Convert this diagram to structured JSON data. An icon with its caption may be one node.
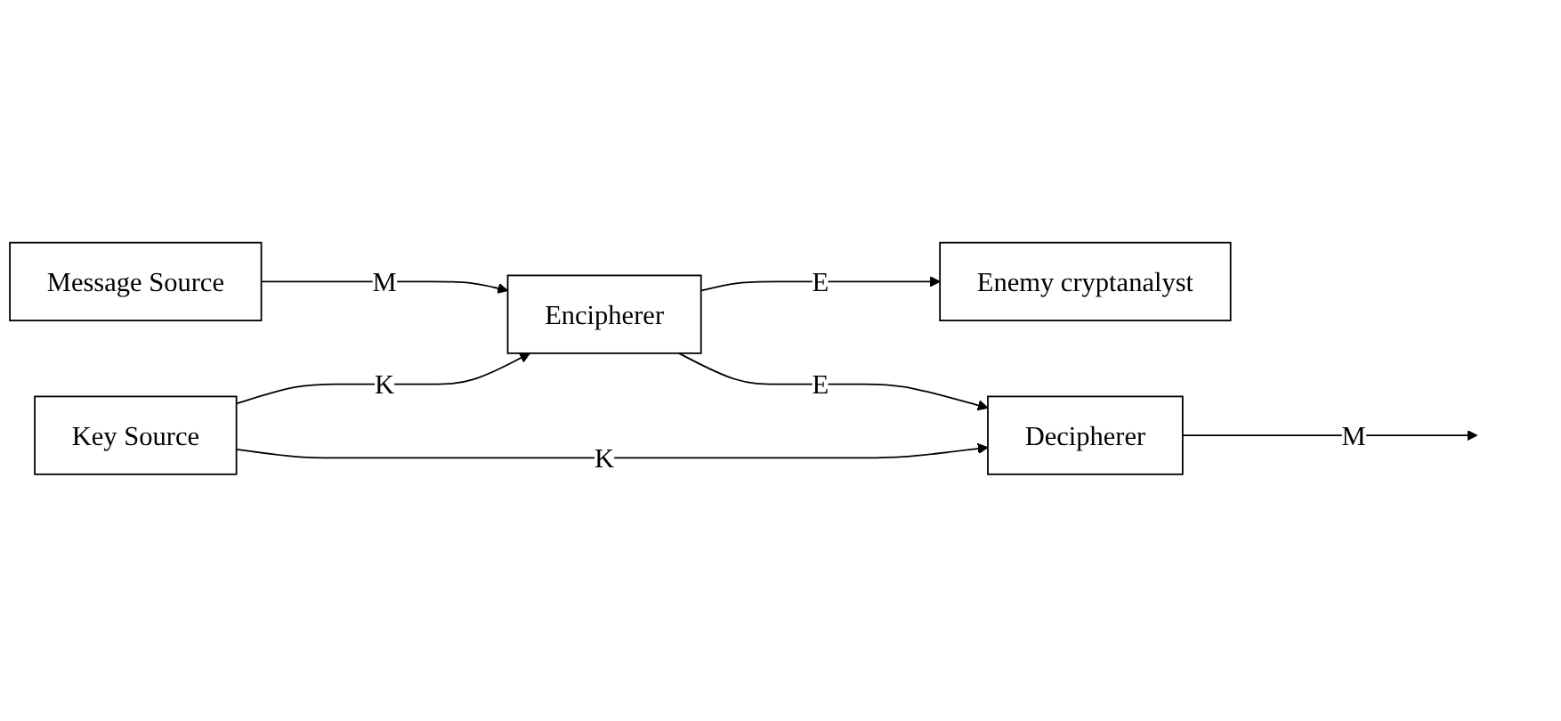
{
  "diagram": {
    "nodes": [
      {
        "text": [
          "Message Source"
        ]
      },
      {
        "text": [
          "Encipherer"
        ]
      },
      {
        "text": [
          "Enemy cryptanalyst"
        ]
      },
      {
        "text": [
          "Decipherer"
        ]
      },
      {
        "text": [
          "Key Source"
        ]
      }
    ],
    "edges": [
      {
        "from": 0,
        "to": 1,
        "label": "M",
        "arrow": "to"
      },
      {
        "from": 1,
        "to": 2,
        "label": "E",
        "arrow": "to"
      },
      {
        "from": 1,
        "to": 3,
        "label": "E",
        "arrow": "to"
      },
      {
        "from": 3,
        "to": null,
        "label": "M",
        "arrow": "to"
      },
      {
        "from": 4,
        "to": 1,
        "label": "K",
        "arrow": "to"
      },
      {
        "from": 4,
        "to": 3,
        "label": "K",
        "arrow": "to"
      }
    ]
  }
}
